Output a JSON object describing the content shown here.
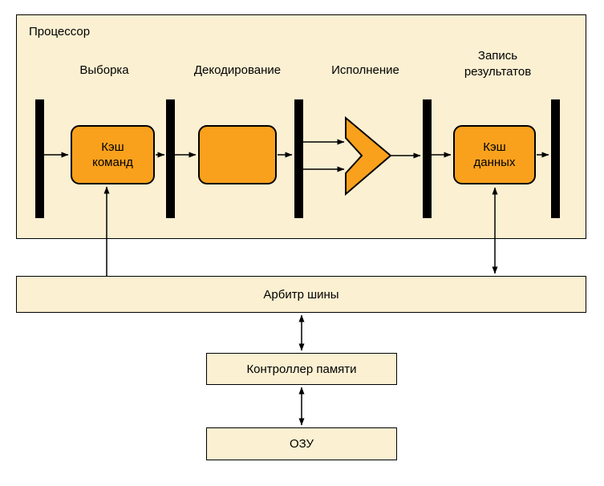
{
  "colors": {
    "canvas": "#FFFFFF",
    "panel_fill": "#FBF0D2",
    "block_fill": "#F9A11C",
    "line": "#000000"
  },
  "processor": {
    "title": "Процессор",
    "stages": [
      {
        "label": "Выборка"
      },
      {
        "label": "Декодирование"
      },
      {
        "label": "Исполнение"
      },
      {
        "label": "Запись результатов"
      }
    ],
    "instruction_cache": "Кэш команд",
    "data_cache": "Кэш данных"
  },
  "bus_arbiter": "Арбитр шины",
  "memory_controller": "Контроллер памяти",
  "ram": "ОЗУ"
}
